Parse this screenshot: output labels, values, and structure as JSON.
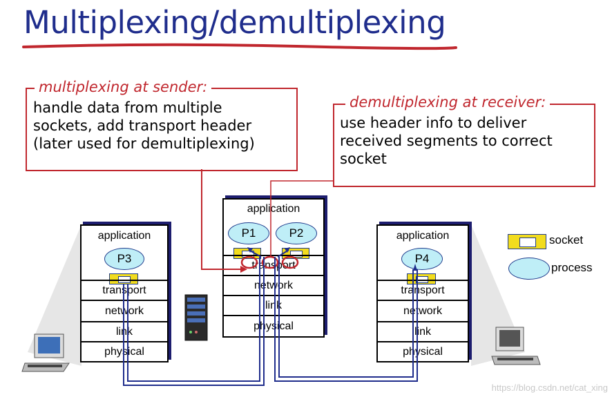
{
  "title": "Multiplexing/demultiplexing",
  "callout_left": {
    "heading": "multiplexing at sender:",
    "lines": [
      "handle data from multiple",
      "sockets, add transport header",
      "(later used for demultiplexing)"
    ]
  },
  "callout_right": {
    "heading": "demultiplexing at receiver:",
    "lines": [
      "use header info to deliver",
      "received segments to correct",
      "socket"
    ]
  },
  "left_host": {
    "application": "application",
    "process": "P3",
    "layers": [
      "transport",
      "network",
      "link",
      "physical"
    ]
  },
  "center_host": {
    "application": "application",
    "processes": [
      "P1",
      "P2"
    ],
    "layers": [
      "transport",
      "network",
      "link",
      "physical"
    ]
  },
  "right_host": {
    "application": "application",
    "process": "P4",
    "layers": [
      "transport",
      "network",
      "link",
      "physical"
    ]
  },
  "legend": {
    "socket": "socket",
    "process": "process"
  },
  "watermark": "https://blog.csdn.net/cat_xing",
  "colors": {
    "title": "#1f2d8c",
    "accent": "#c0262d",
    "process_fill": "#bfeef7",
    "socket_fill": "#f2dc1e",
    "wire": "#1f2d8c"
  }
}
